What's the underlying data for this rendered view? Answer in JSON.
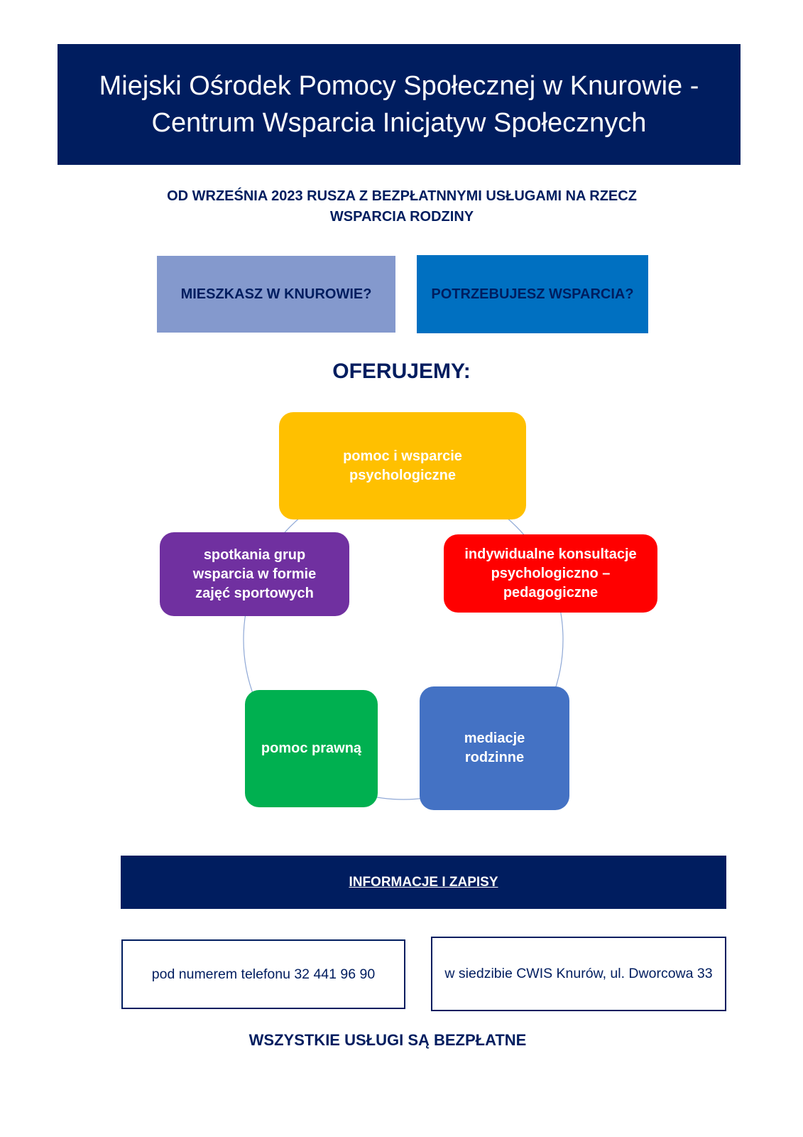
{
  "header": {
    "title_line1": "Miejski Ośrodek Pomocy Społecznej w Knurowie -",
    "title_line2": "Centrum Wsparcia Inicjatyw Społecznych"
  },
  "subtitle": {
    "line1": "OD WRZEŚNIA 2023 RUSZA Z BEZPŁATNNYMI USŁUGAMI NA RZECZ",
    "line2": "WSPARCIA RODZINY"
  },
  "questions": {
    "q1": "MIESZKASZ W KNUROWIE?",
    "q2": "POTRZEBUJESZ WSPARCIA?"
  },
  "offer_heading": "OFERUJEMY:",
  "offers": {
    "o1": [
      "pomoc i wsparcie",
      "psychologiczne"
    ],
    "o2": [
      "indywidualne konsultacje",
      "psychologiczno –",
      "pedagogiczne"
    ],
    "o3": [
      "mediacje",
      "rodzinne"
    ],
    "o4": [
      "pomoc prawną"
    ],
    "o5": [
      "spotkania grup",
      "wsparcia w formie",
      "zajęć sportowych"
    ]
  },
  "info": {
    "label": "INFORMACJE I ZAPISY",
    "phone": "pod numerem telefonu 32 441 96 90",
    "address": "w siedzibie CWIS  Knurów, ul. Dworcowa 33"
  },
  "footer": "WSZYSTKIE USŁUGI SĄ BEZPŁATNE",
  "colors": {
    "navy": "#001d5f",
    "q1_bg": "#8499cd",
    "q2_bg": "#0070c1",
    "offer1": "#ffc000",
    "offer2": "#ff0000",
    "offer3": "#4472c4",
    "offer4": "#00b050",
    "offer5": "#7030a0"
  }
}
